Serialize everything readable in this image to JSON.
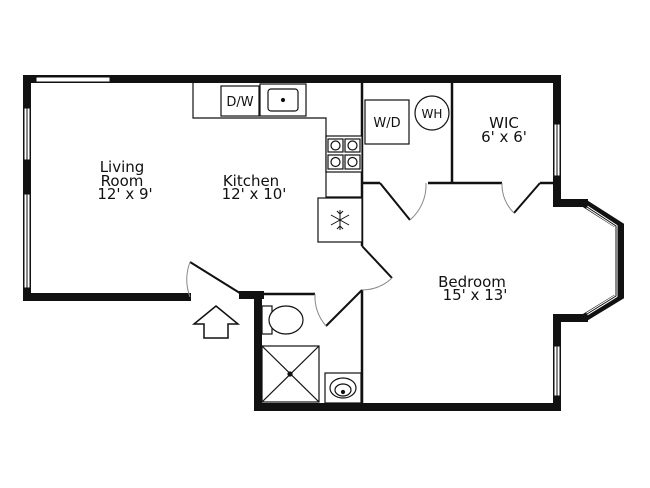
{
  "rooms": {
    "living": {
      "name_line1": "Living",
      "name_line2": "Room",
      "dims": "12' x 9'"
    },
    "kitchen": {
      "name": "Kitchen",
      "dims": "12' x 10'"
    },
    "wic": {
      "name": "WIC",
      "dims": "6' x 6'"
    },
    "bedroom": {
      "name": "Bedroom",
      "dims": "15' x 13'"
    }
  },
  "fixtures": {
    "dishwasher": "D/W",
    "washer_dryer": "W/D",
    "water_heater": "WH"
  },
  "colors": {
    "wall": "#111111",
    "line": "#222222",
    "door_arc": "#888888"
  }
}
